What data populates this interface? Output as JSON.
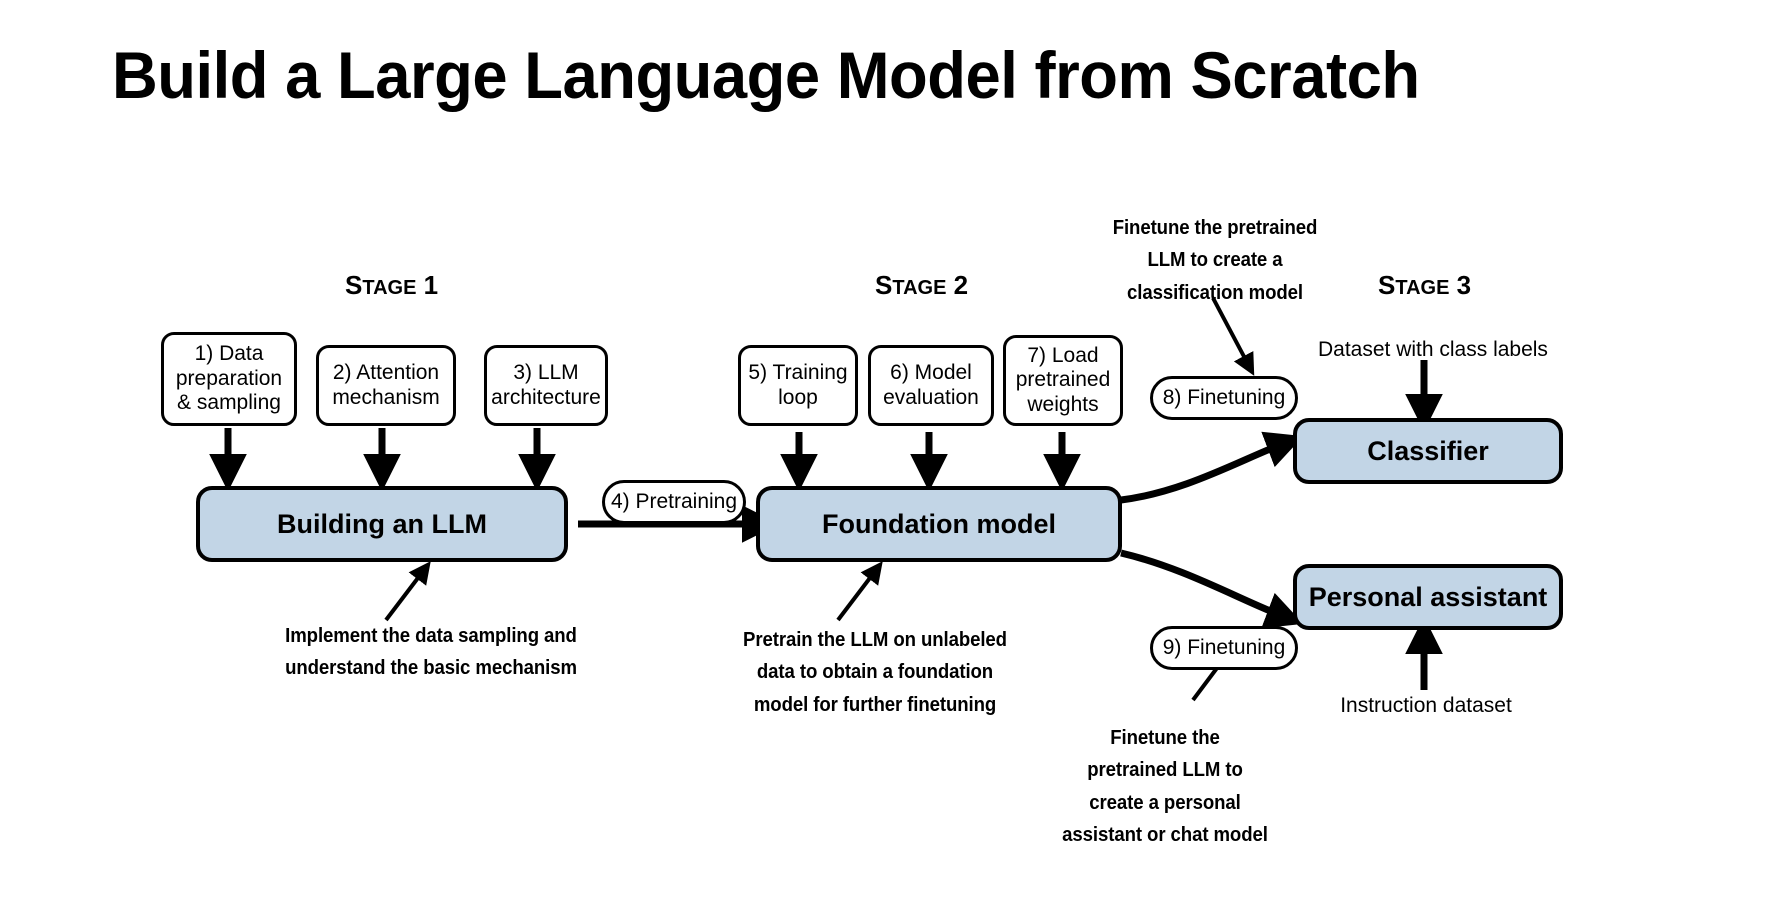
{
  "title": "Build a Large Language Model from Scratch",
  "colors": {
    "blue_fill": "#c2d5e6",
    "outline": "#000000",
    "background": "#ffffff"
  },
  "stages": [
    {
      "prefix": "S",
      "rest": "TAGE",
      "number": "1"
    },
    {
      "prefix": "S",
      "rest": "TAGE",
      "number": "2"
    },
    {
      "prefix": "S",
      "rest": "TAGE",
      "number": "3"
    }
  ],
  "stage1": {
    "heading": "STAGE 1",
    "steps": [
      {
        "id": "step-1",
        "line1": "1) Data",
        "line2": "preparation",
        "line3": "& sampling"
      },
      {
        "id": "step-2",
        "line1": "2) Attention",
        "line2": "mechanism",
        "line3": ""
      },
      {
        "id": "step-3",
        "line1": "3) LLM",
        "line2": "architecture",
        "line3": ""
      }
    ],
    "output_box": "Building an LLM",
    "note": [
      "Implement the data sampling and",
      "understand the basic mechanism"
    ]
  },
  "stage2": {
    "heading": "STAGE 2",
    "steps": [
      {
        "id": "step-5",
        "line1": "5) Training",
        "line2": "loop",
        "line3": ""
      },
      {
        "id": "step-6",
        "line1": "6) Model",
        "line2": "evaluation",
        "line3": ""
      },
      {
        "id": "step-7",
        "line1": "7) Load",
        "line2": "pretrained",
        "line3": "weights"
      }
    ],
    "output_box": "Foundation model",
    "note": [
      "Pretrain the LLM on unlabeled",
      "data to obtain a foundation",
      "model for further finetuning"
    ]
  },
  "stage3": {
    "heading": "STAGE 3",
    "classifier_box": "Classifier",
    "assistant_box": "Personal assistant",
    "classifier_input_label": "Dataset with class labels",
    "assistant_input_label": "Instruction dataset"
  },
  "connectors": {
    "pretraining_pill": "4) Pretraining",
    "finetuning_pill_8": "8) Finetuning",
    "finetuning_pill_9": "9) Finetuning"
  },
  "notes": {
    "classification": [
      "Finetune the pretrained",
      "LLM to create a",
      "classification model"
    ],
    "assistant": [
      "Finetune the",
      "pretrained LLM to",
      "create a personal",
      "assistant or chat model"
    ]
  }
}
